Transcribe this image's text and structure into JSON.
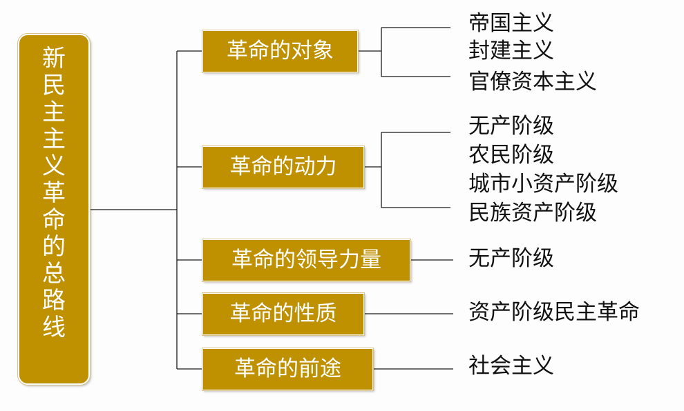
{
  "root": {
    "label": "新民主主义革命的总路线"
  },
  "branches": [
    {
      "label": "革命的对象",
      "items": [
        "帝国主义",
        "封建主义",
        "官僚资本主义"
      ]
    },
    {
      "label": "革命的动力",
      "items": [
        "无产阶级",
        "农民阶级",
        "城市小资产阶级",
        "民族资产阶级"
      ]
    },
    {
      "label": "革命的领导力量",
      "items": [
        "无产阶级"
      ]
    },
    {
      "label": "革命的性质",
      "items": [
        "资产阶级民主革命"
      ]
    },
    {
      "label": "革命的前途",
      "items": [
        "社会主义"
      ]
    }
  ],
  "colors": {
    "box_fill": "#bf9000",
    "box_text": "#ffffff",
    "leaf_text": "#111111",
    "connector": "#1a1a1a"
  }
}
